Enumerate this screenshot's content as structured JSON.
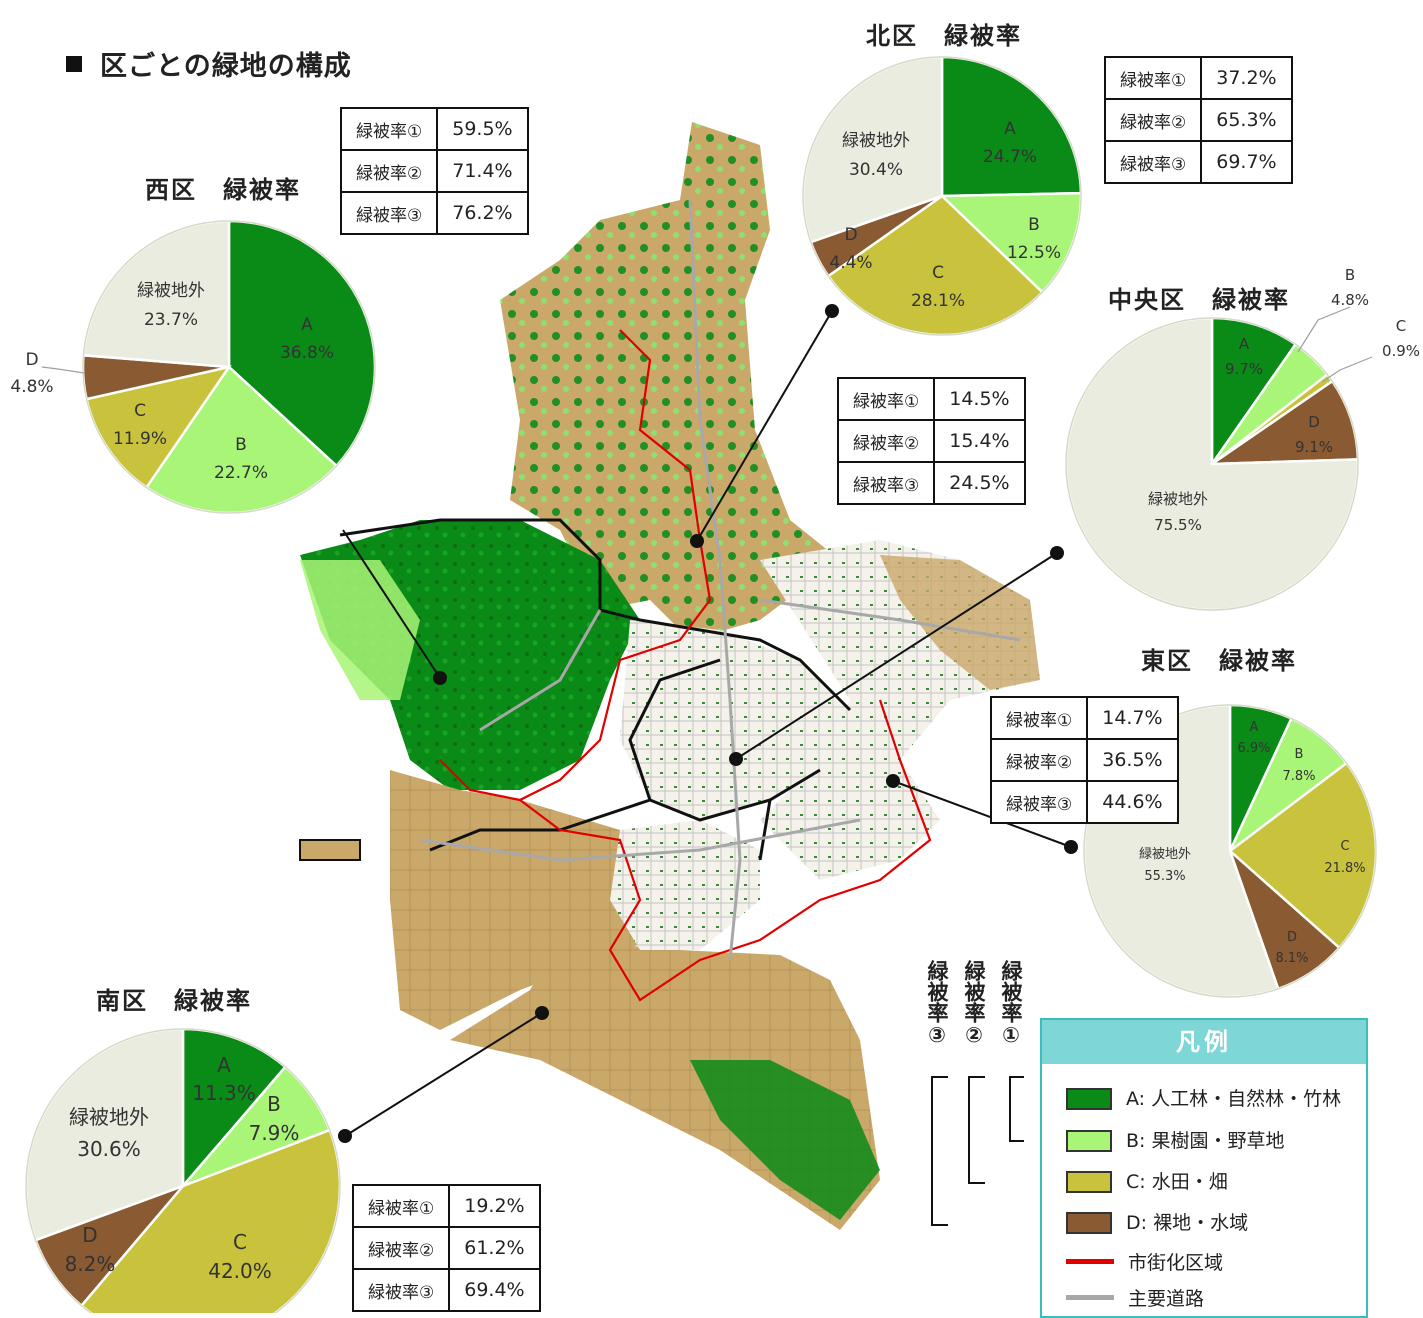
{
  "page_title": "区ごとの緑地の構成",
  "colors": {
    "A": "#0a8a17",
    "B": "#a8f577",
    "C": "#c8c23c",
    "D": "#8a5a32",
    "outside": "#e9ecdf",
    "urbanization": "#e00000",
    "road": "#a8a8a8"
  },
  "chart_data": [
    {
      "type": "pie",
      "title": "北区　緑被率",
      "slices": [
        {
          "label": "A",
          "value": 24.7,
          "text": "24.7%"
        },
        {
          "label": "B",
          "value": 12.5,
          "text": "12.5%"
        },
        {
          "label": "C",
          "value": 28.1,
          "text": "28.1%"
        },
        {
          "label": "D",
          "value": 4.4,
          "text": "4.4%"
        },
        {
          "label": "緑被地外",
          "value": 30.4,
          "text": "30.4%"
        }
      ],
      "rates": [
        {
          "label": "緑被率①",
          "value": "37.2%"
        },
        {
          "label": "緑被率②",
          "value": "65.3%"
        },
        {
          "label": "緑被率③",
          "value": "69.7%"
        }
      ]
    },
    {
      "type": "pie",
      "title": "西区　緑被率",
      "slices": [
        {
          "label": "A",
          "value": 36.8,
          "text": "36.8%"
        },
        {
          "label": "B",
          "value": 22.7,
          "text": "22.7%"
        },
        {
          "label": "C",
          "value": 11.9,
          "text": "11.9%"
        },
        {
          "label": "D",
          "value": 4.8,
          "text": "4.8%"
        },
        {
          "label": "緑被地外",
          "value": 23.7,
          "text": "23.7%"
        }
      ],
      "rates": [
        {
          "label": "緑被率①",
          "value": "59.5%"
        },
        {
          "label": "緑被率②",
          "value": "71.4%"
        },
        {
          "label": "緑被率③",
          "value": "76.2%"
        }
      ]
    },
    {
      "type": "pie",
      "title": "中央区　緑被率",
      "slices": [
        {
          "label": "A",
          "value": 9.7,
          "text": "9.7%"
        },
        {
          "label": "B",
          "value": 4.8,
          "text": "4.8%"
        },
        {
          "label": "C",
          "value": 0.9,
          "text": "0.9%"
        },
        {
          "label": "D",
          "value": 9.1,
          "text": "9.1%"
        },
        {
          "label": "緑被地外",
          "value": 75.5,
          "text": "75.5%"
        }
      ],
      "rates": [
        {
          "label": "緑被率①",
          "value": "14.5%"
        },
        {
          "label": "緑被率②",
          "value": "15.4%"
        },
        {
          "label": "緑被率③",
          "value": "24.5%"
        }
      ]
    },
    {
      "type": "pie",
      "title": "東区　緑被率",
      "slices": [
        {
          "label": "A",
          "value": 6.9,
          "text": "6.9%"
        },
        {
          "label": "B",
          "value": 7.8,
          "text": "7.8%"
        },
        {
          "label": "C",
          "value": 21.8,
          "text": "21.8%"
        },
        {
          "label": "D",
          "value": 8.1,
          "text": "8.1%"
        },
        {
          "label": "緑被地外",
          "value": 55.3,
          "text": "55.3%"
        }
      ],
      "rates": [
        {
          "label": "緑被率①",
          "value": "14.7%"
        },
        {
          "label": "緑被率②",
          "value": "36.5%"
        },
        {
          "label": "緑被率③",
          "value": "44.6%"
        }
      ]
    },
    {
      "type": "pie",
      "title": "南区　緑被率",
      "slices": [
        {
          "label": "A",
          "value": 11.3,
          "text": "11.3%"
        },
        {
          "label": "B",
          "value": 7.9,
          "text": "7.9%"
        },
        {
          "label": "C",
          "value": 42.0,
          "text": "42.0%"
        },
        {
          "label": "D",
          "value": 8.2,
          "text": "8.2%"
        },
        {
          "label": "緑被地外",
          "value": 30.6,
          "text": "30.6%"
        }
      ],
      "rates": [
        {
          "label": "緑被率①",
          "value": "19.2%"
        },
        {
          "label": "緑被率②",
          "value": "61.2%"
        },
        {
          "label": "緑被率③",
          "value": "69.4%"
        }
      ]
    }
  ],
  "bracket_labels": [
    "緑被率③",
    "緑被率②",
    "緑被率①"
  ],
  "legend": {
    "title": "凡例",
    "items": [
      {
        "key": "A",
        "label": "A: 人工林・自然林・竹林"
      },
      {
        "key": "B",
        "label": "B:  果樹園・野草地"
      },
      {
        "key": "C",
        "label": "C:  水田・畑"
      },
      {
        "key": "D",
        "label": "D:  裸地・水域"
      },
      {
        "key": "urbanization",
        "label": "市街化区域"
      },
      {
        "key": "road",
        "label": "主要道路"
      }
    ]
  }
}
